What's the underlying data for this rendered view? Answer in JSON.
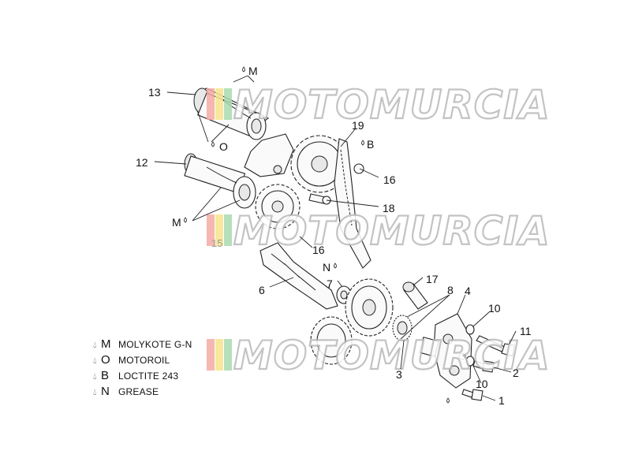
{
  "diagram": {
    "callouts": {
      "c1": "1",
      "c2": "2",
      "c3": "3",
      "c4": "4",
      "c6": "6",
      "c7": "7",
      "c8": "8",
      "c10a": "10",
      "c10b": "10",
      "c11": "11",
      "c12": "12",
      "c13": "13",
      "c15": "15",
      "c16a": "16",
      "c16b": "16",
      "c17": "17",
      "c18": "18",
      "c19": "19"
    },
    "marks": {
      "m_top": "M",
      "m_left": "M",
      "o": "O",
      "b": "B",
      "n": "N"
    },
    "watermark": "MOTOMURCIA",
    "colors": {
      "stripe_red": "#f4a9a3",
      "stripe_yellow": "#f7e48c",
      "stripe_green": "#a9d9b0"
    }
  },
  "legend": {
    "items": [
      {
        "code": "M",
        "description": "MOLYKOTE G-N"
      },
      {
        "code": "O",
        "description": "MOTOROIL"
      },
      {
        "code": "B",
        "description": "LOCTITE 243"
      },
      {
        "code": "N",
        "description": "GREASE"
      }
    ]
  }
}
